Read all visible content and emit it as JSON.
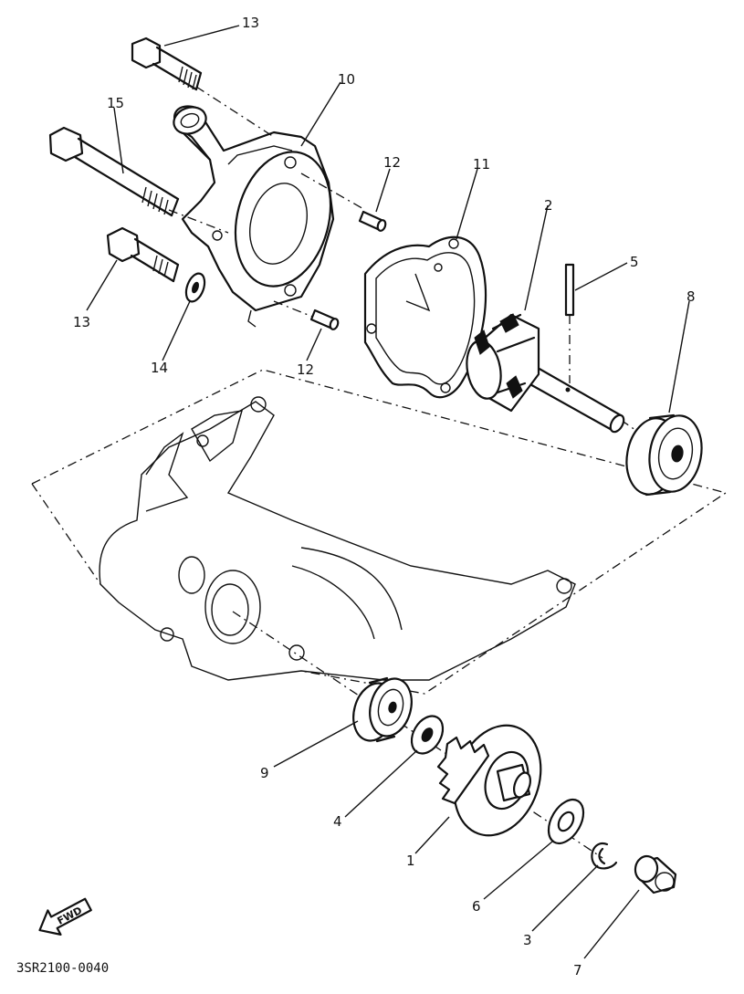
{
  "diagram_code": "3SR2100-0040",
  "fwd_label": "FWD",
  "callouts": [
    {
      "id": "c13a",
      "text": "13"
    },
    {
      "id": "c10",
      "text": "10"
    },
    {
      "id": "c15",
      "text": "15"
    },
    {
      "id": "c12a",
      "text": "12"
    },
    {
      "id": "c11",
      "text": "11"
    },
    {
      "id": "c2",
      "text": "2"
    },
    {
      "id": "c5",
      "text": "5"
    },
    {
      "id": "c8",
      "text": "8"
    },
    {
      "id": "c13b",
      "text": "13"
    },
    {
      "id": "c14",
      "text": "14"
    },
    {
      "id": "c12b",
      "text": "12"
    },
    {
      "id": "c9",
      "text": "9"
    },
    {
      "id": "c4",
      "text": "4"
    },
    {
      "id": "c1",
      "text": "1"
    },
    {
      "id": "c6",
      "text": "6"
    },
    {
      "id": "c3",
      "text": "3"
    },
    {
      "id": "c7",
      "text": "7"
    }
  ]
}
